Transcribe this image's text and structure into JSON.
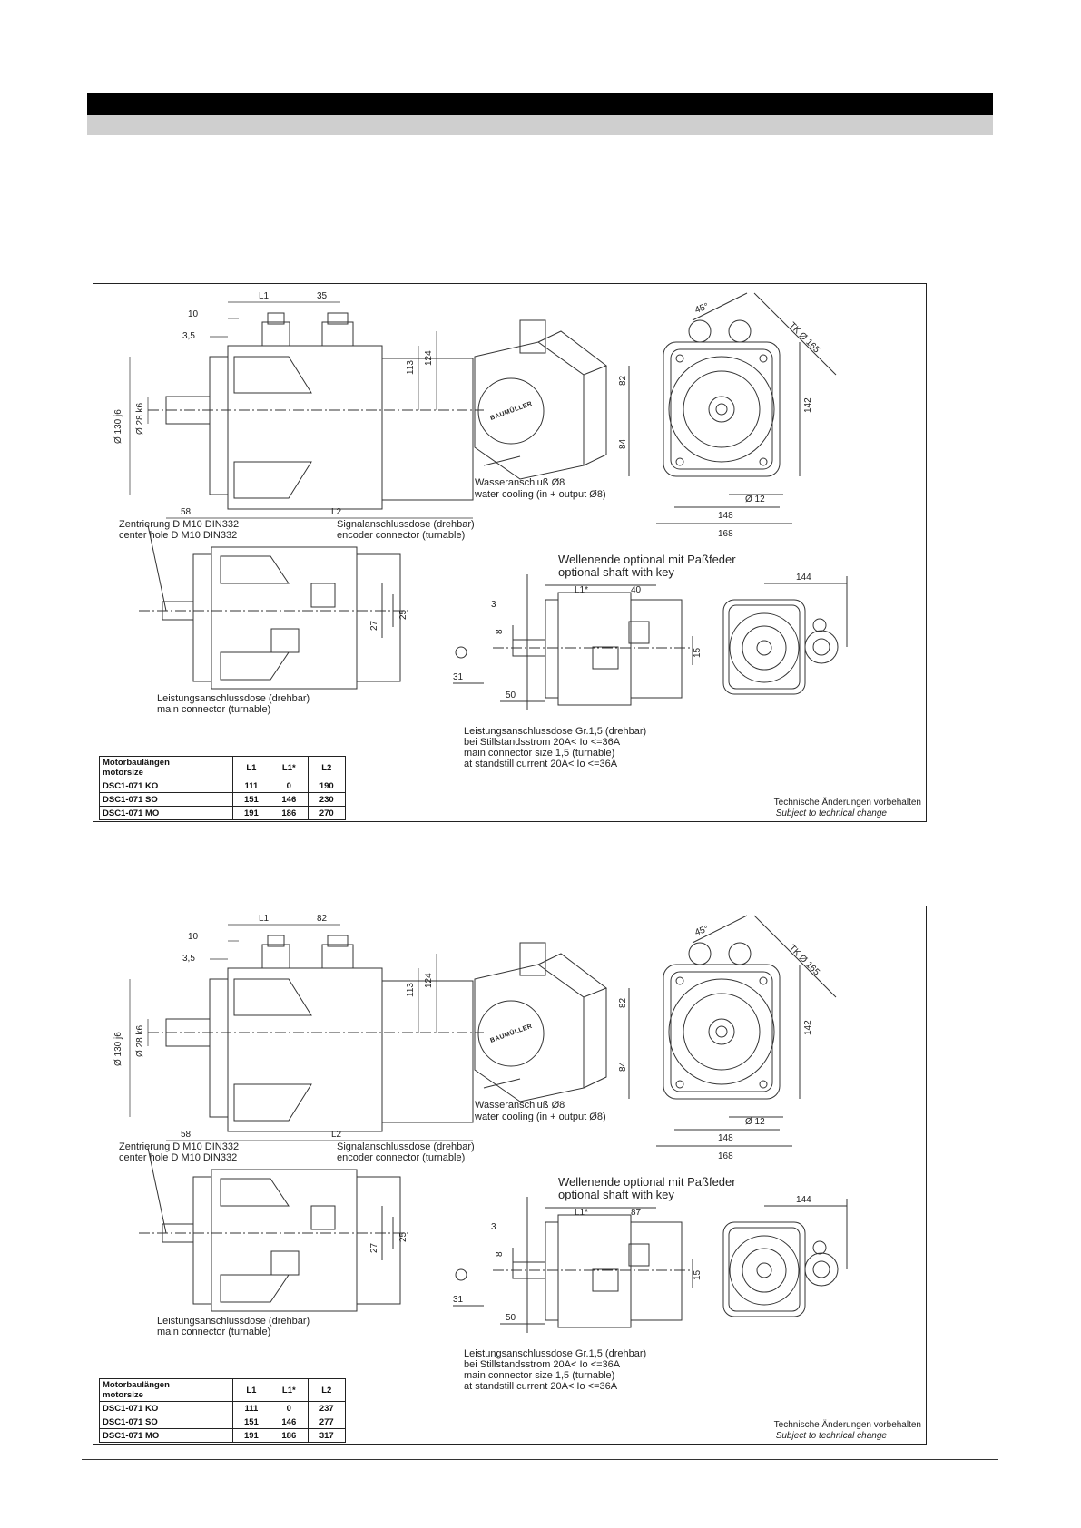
{
  "drawings": [
    {
      "top_dims": {
        "l1": "L1",
        "d35": "35",
        "d10": "10",
        "d3_5": "3,5",
        "d113": "113",
        "d124": "124",
        "dia130": "Ø 130 j6",
        "dia28": "Ø 28 k6",
        "d58": "58",
        "l2": "L2"
      },
      "iso_logo": "BAUMÜLLER",
      "water_label": "Wasseranschluß Ø8",
      "water_label_en": "water cooling (in + output Ø8)",
      "front_dims": {
        "d45": "45°",
        "tk": "TK Ø 165",
        "d82": "82",
        "d84": "84",
        "d142": "142",
        "d12": "Ø 12",
        "d148": "148",
        "d168": "168"
      },
      "center_hole_de": "Zentrierung D M10 DIN332",
      "center_hole_en": "center hole D M10 DIN332",
      "signal_de": "Signalanschlussdose (drehbar)",
      "signal_en": "encoder connector (turnable)",
      "mid_dims": {
        "d25": "25",
        "d27": "27"
      },
      "main_conn_de": "Leistungsanschlussdose (drehbar)",
      "main_conn_en": "main connector (turnable)",
      "shaft_de": "Wellenende optional mit Paßfeder",
      "shaft_en": "optional shaft with key",
      "opt_dims": {
        "l1s": "L1*",
        "d40": "40",
        "d3": "3",
        "d8": "8",
        "d31": "31",
        "d50": "50",
        "d15": "15",
        "d144": "144"
      },
      "gr_de": "Leistungsanschlussdose Gr.1,5 (drehbar)",
      "gr_de2": "bei Stillstandsstrom 20A< Io <=36A",
      "gr_en": "main connector size 1,5 (turnable)",
      "gr_en2": "at standstill current 20A< Io <=36A",
      "tech_de": "Technische Änderungen vorbehalten",
      "tech_en": "Subject to technical change",
      "table": {
        "h1": "Motorbaulängen",
        "h1b": "motorsize",
        "h2": "L1",
        "h3": "L1*",
        "h4": "L2",
        "rows": [
          [
            "DSC1-071 KO",
            "111",
            "0",
            "190"
          ],
          [
            "DSC1-071 SO",
            "151",
            "146",
            "230"
          ],
          [
            "DSC1-071 MO",
            "191",
            "186",
            "270"
          ]
        ]
      }
    },
    {
      "top_dims": {
        "l1": "L1",
        "d35": "82",
        "d10": "10",
        "d3_5": "3,5",
        "d113": "113",
        "d124": "124",
        "dia130": "Ø 130 j6",
        "dia28": "Ø 28 k6",
        "d58": "58",
        "l2": "L2"
      },
      "iso_logo": "BAUMÜLLER",
      "water_label": "Wasseranschluß Ø8",
      "water_label_en": "water cooling (in + output Ø8)",
      "front_dims": {
        "d45": "45°",
        "tk": "TK Ø 165",
        "d82": "82",
        "d84": "84",
        "d142": "142",
        "d12": "Ø 12",
        "d148": "148",
        "d168": "168"
      },
      "center_hole_de": "Zentrierung D M10 DIN332",
      "center_hole_en": "center hole D M10 DIN332",
      "signal_de": "Signalanschlussdose (drehbar)",
      "signal_en": "encoder connector (turnable)",
      "mid_dims": {
        "d25": "25",
        "d27": "27"
      },
      "main_conn_de": "Leistungsanschlussdose (drehbar)",
      "main_conn_en": "main connector (turnable)",
      "shaft_de": "Wellenende optional mit Paßfeder",
      "shaft_en": "optional shaft with key",
      "opt_dims": {
        "l1s": "L1*",
        "d40": "87",
        "d3": "3",
        "d8": "8",
        "d31": "31",
        "d50": "50",
        "d15": "15",
        "d144": "144"
      },
      "gr_de": "Leistungsanschlussdose Gr.1,5 (drehbar)",
      "gr_de2": "bei Stillstandsstrom 20A< Io <=36A",
      "gr_en": "main connector size 1,5 (turnable)",
      "gr_en2": "at standstill current 20A< Io <=36A",
      "tech_de": "Technische Änderungen vorbehalten",
      "tech_en": "Subject to technical change",
      "table": {
        "h1": "Motorbaulängen",
        "h1b": "motorsize",
        "h2": "L1",
        "h3": "L1*",
        "h4": "L2",
        "rows": [
          [
            "DSC1-071 KO",
            "111",
            "0",
            "237"
          ],
          [
            "DSC1-071 SO",
            "151",
            "146",
            "277"
          ],
          [
            "DSC1-071 MO",
            "191",
            "186",
            "317"
          ]
        ]
      }
    }
  ]
}
